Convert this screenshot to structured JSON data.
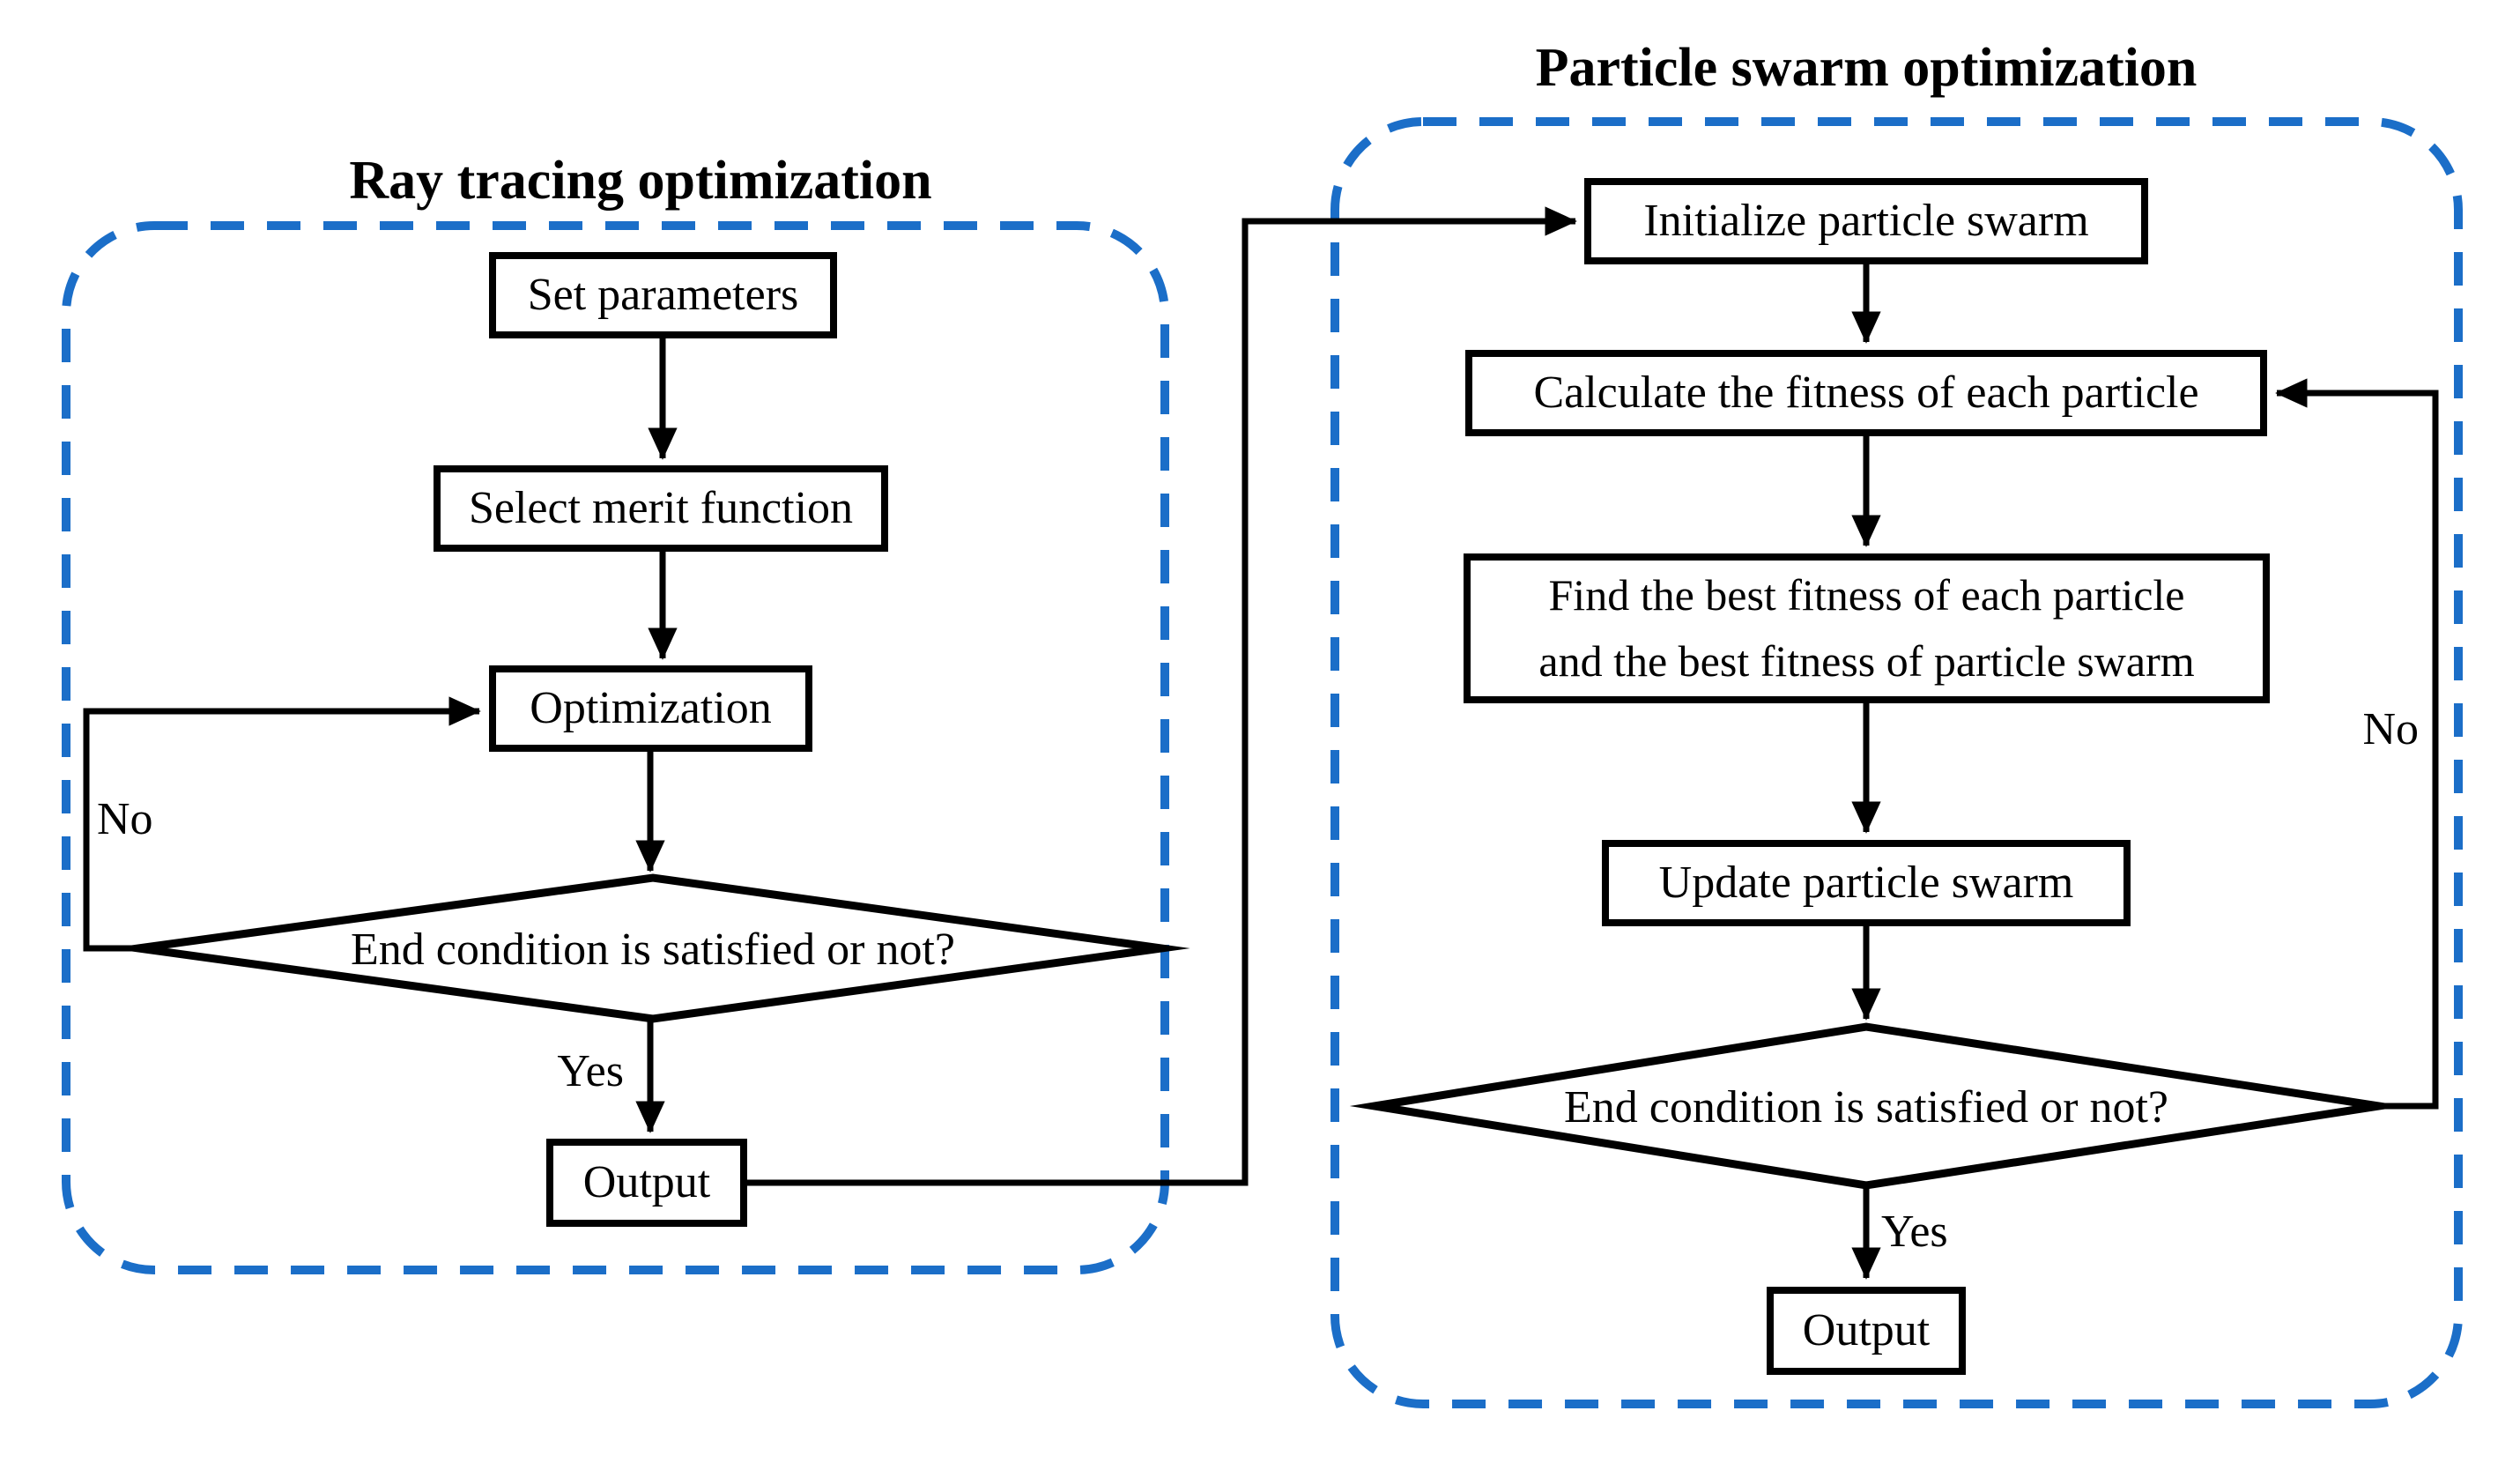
{
  "diagram": {
    "left_panel": {
      "title": "Ray tracing optimization",
      "nodes": {
        "set_parameters": "Set parameters",
        "select_merit_function": "Select merit function",
        "optimization": "Optimization",
        "end_condition": "End condition is satisfied or not?",
        "output": "Output"
      },
      "labels": {
        "no": "No",
        "yes": "Yes"
      }
    },
    "right_panel": {
      "title": "Particle swarm optimization",
      "nodes": {
        "initialize": "Initialize particle swarm",
        "calculate_fitness": "Calculate the fitness of each particle",
        "find_best_line1": "Find the best fitness of each particle",
        "find_best_line2": "and the best fitness of particle swarm",
        "update_swarm": "Update particle swarm",
        "end_condition": "End condition is satisfied or not?",
        "output": "Output"
      },
      "labels": {
        "no": "No",
        "yes": "Yes"
      }
    },
    "colors": {
      "dashed_border": "#1b6ec8",
      "flow_line": "#000000",
      "node_fill": "#ffffff",
      "text": "#000000",
      "background": "#ffffff"
    }
  }
}
